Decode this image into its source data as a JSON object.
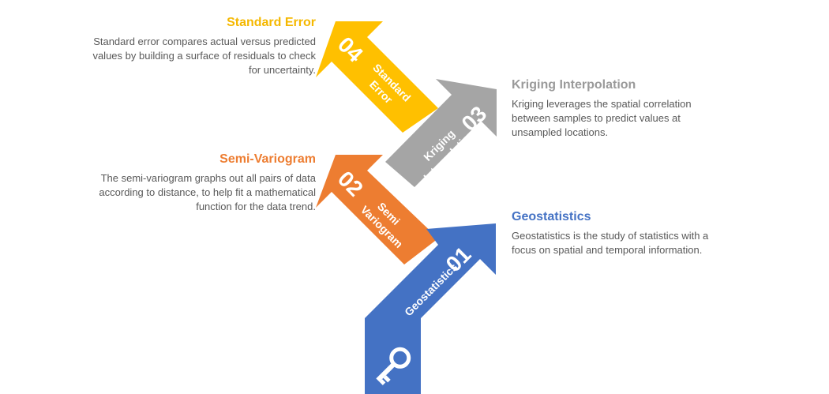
{
  "steps": [
    {
      "number": "01",
      "label": "Geostatistics",
      "title": "Geostatistics",
      "description": "Geostatistics is the study of statistics with a focus on spatial and temporal information.",
      "color": "#4472c4"
    },
    {
      "number": "02",
      "label_line1": "Semi",
      "label_line2": "Variogram",
      "title": "Semi-Variogram",
      "description": "The semi-variogram graphs out all pairs of data according to distance, to help fit a mathematical function for the data trend.",
      "color": "#ed7d31"
    },
    {
      "number": "03",
      "label_line1": "Kriging",
      "label_line2": "Interpolation",
      "title": "Kriging Interpolation",
      "description": "Kriging leverages the spatial correlation between samples to predict values at unsampled locations.",
      "color": "#a5a5a5"
    },
    {
      "number": "04",
      "label_line1": "Standard",
      "label_line2": "Error",
      "title": "Standard Error",
      "description": "Standard error compares actual versus predicted values by building a surface of residuals to check for uncertainty.",
      "color": "#ffc000"
    }
  ],
  "icons": {
    "base_icon": "key-icon"
  }
}
